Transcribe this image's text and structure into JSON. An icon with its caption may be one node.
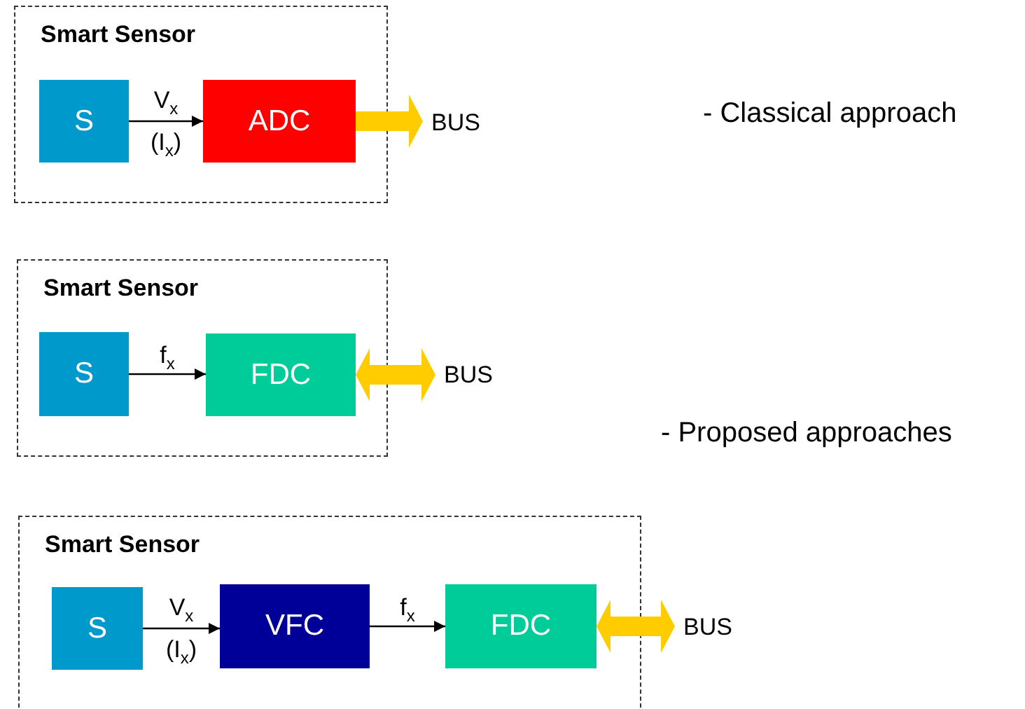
{
  "diagram": {
    "nodes": [
      {
        "text": [
          "Smart Sensor"
        ]
      },
      {
        "text": [
          "S"
        ],
        "in": 0
      },
      {
        "text": [
          "ADC"
        ],
        "in": 0
      },
      {
        "text": [
          "BUS"
        ]
      },
      {
        "text": [
          "Smart Sensor"
        ]
      },
      {
        "text": [
          "S"
        ],
        "in": 4
      },
      {
        "text": [
          "FDC"
        ],
        "in": 4
      },
      {
        "text": [
          "BUS"
        ]
      },
      {
        "text": [
          "Smart Sensor"
        ]
      },
      {
        "text": [
          "S"
        ],
        "in": 8
      },
      {
        "text": [
          "VFC"
        ],
        "in": 8
      },
      {
        "text": [
          "FDC"
        ],
        "in": 8
      },
      {
        "text": [
          "BUS"
        ]
      }
    ],
    "edges": [
      {
        "from": 1,
        "to": 2,
        "arrow": "to",
        "label": "V$_{x}$ (I$_{x}$)"
      },
      {
        "from": 2,
        "to": 3,
        "arrow": "to",
        "style": "thick",
        "color": "#ffcc00"
      },
      {
        "from": 5,
        "to": 6,
        "arrow": "to",
        "label": "f$_{x}$"
      },
      {
        "from": 6,
        "to": 7,
        "arrow": "both",
        "style": "thick",
        "color": "#ffcc00"
      },
      {
        "from": 9,
        "to": 10,
        "arrow": "to",
        "label": "V$_{x}$ (I$_{x}$)"
      },
      {
        "from": 10,
        "to": 11,
        "arrow": "to",
        "label": "f$_{x}$"
      },
      {
        "from": 11,
        "to": 12,
        "arrow": "both",
        "style": "thick",
        "color": "#ffcc00"
      }
    ],
    "labels": [
      "-  Classical approach",
      "-  Proposed approaches"
    ]
  }
}
